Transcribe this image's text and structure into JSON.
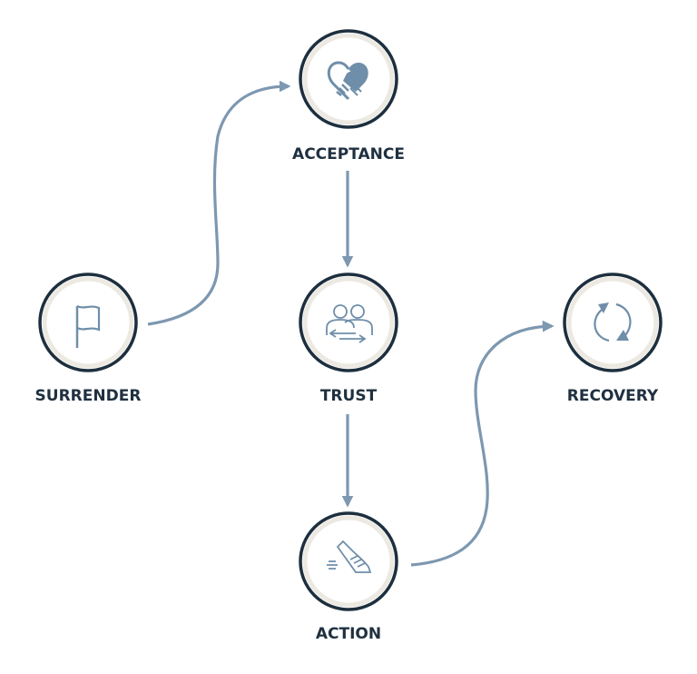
{
  "colors": {
    "ring": "#1d2f3e",
    "ring_inner": "#ece9e2",
    "fill": "#ffffff",
    "connector": "#7d98b0",
    "icon": "#6f8ea9",
    "label": "#1f3040"
  },
  "nodes": [
    {
      "id": "acceptance",
      "label": "ACCEPTANCE",
      "icon": "heart-handshake-icon"
    },
    {
      "id": "surrender",
      "label": "SURRENDER",
      "icon": "flag-icon"
    },
    {
      "id": "trust",
      "label": "TRUST",
      "icon": "two-people-exchange-icon"
    },
    {
      "id": "recovery",
      "label": "RECOVERY",
      "icon": "refresh-cycle-icon"
    },
    {
      "id": "action",
      "label": "ACTION",
      "icon": "running-shoe-icon"
    }
  ],
  "edges": [
    {
      "from": "surrender",
      "to": "acceptance",
      "style": "s-curve"
    },
    {
      "from": "acceptance",
      "to": "trust",
      "style": "straight"
    },
    {
      "from": "trust",
      "to": "action",
      "style": "straight"
    },
    {
      "from": "action",
      "to": "recovery",
      "style": "s-curve"
    }
  ]
}
